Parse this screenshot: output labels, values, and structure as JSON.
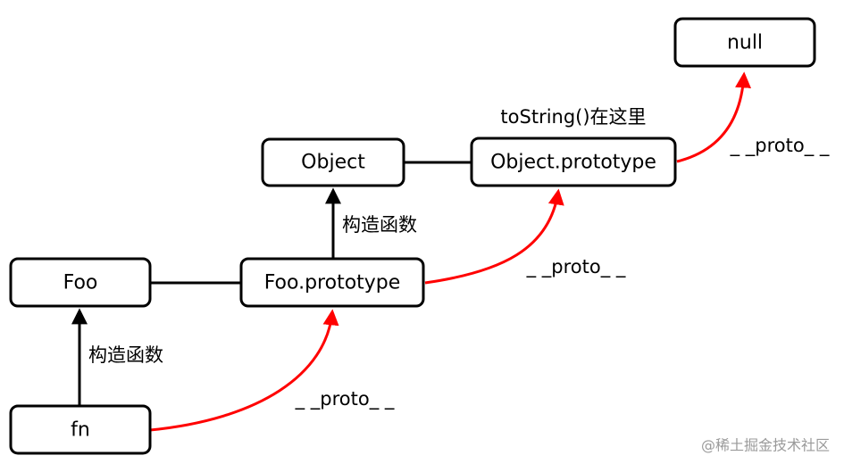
{
  "nodes": {
    "null": {
      "label": "null"
    },
    "object": {
      "label": "Object"
    },
    "object_prototype": {
      "label": "Object.prototype"
    },
    "foo": {
      "label": "Foo"
    },
    "foo_prototype": {
      "label": "Foo.prototype"
    },
    "fn": {
      "label": "fn"
    }
  },
  "annotations": {
    "tostring_note": "toString()在这里",
    "proto_object_to_null": "_ _proto_ _",
    "proto_foo_to_object": "_ _proto_ _",
    "proto_fn_to_foo": "_ _proto_ _",
    "constructor_object": "构造函数",
    "constructor_foo": "构造函数"
  },
  "colors": {
    "proto_arrow": "#ff0000",
    "constructor_arrow": "#000000",
    "box_border": "#000000"
  },
  "watermark": "@稀土掘金技术社区"
}
